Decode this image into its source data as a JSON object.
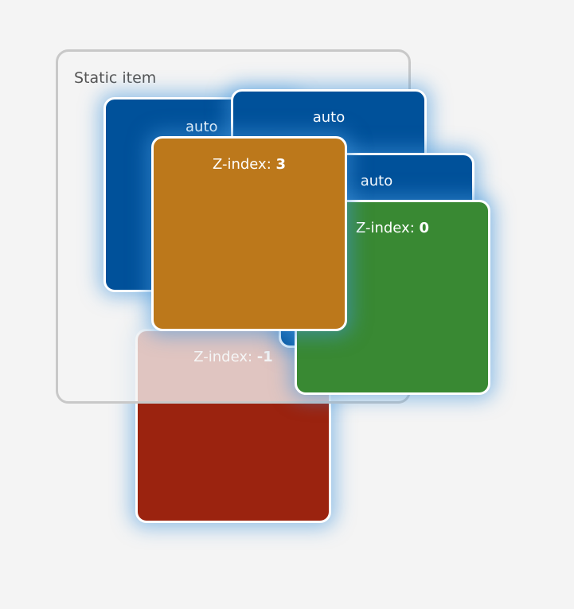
{
  "static_container": {
    "label": "Static item",
    "border_color": "#c8c8c8"
  },
  "boxes": [
    {
      "id": "blue-auto-1",
      "prefix": "",
      "value": "auto",
      "color": "#00519a"
    },
    {
      "id": "blue-auto-2",
      "prefix": "",
      "value": "auto",
      "color": "#00519a"
    },
    {
      "id": "orange-z3",
      "prefix": "Z-index: ",
      "value": "3",
      "color": "#bc781b"
    },
    {
      "id": "blue-auto-3",
      "prefix": "",
      "value": "auto",
      "color": "#00519a"
    },
    {
      "id": "green-z0",
      "prefix": "Z-index: ",
      "value": "0",
      "color": "#398933"
    },
    {
      "id": "red-z-1",
      "prefix": "Z-index: ",
      "value": "-1",
      "color": "#9b230f"
    }
  ]
}
